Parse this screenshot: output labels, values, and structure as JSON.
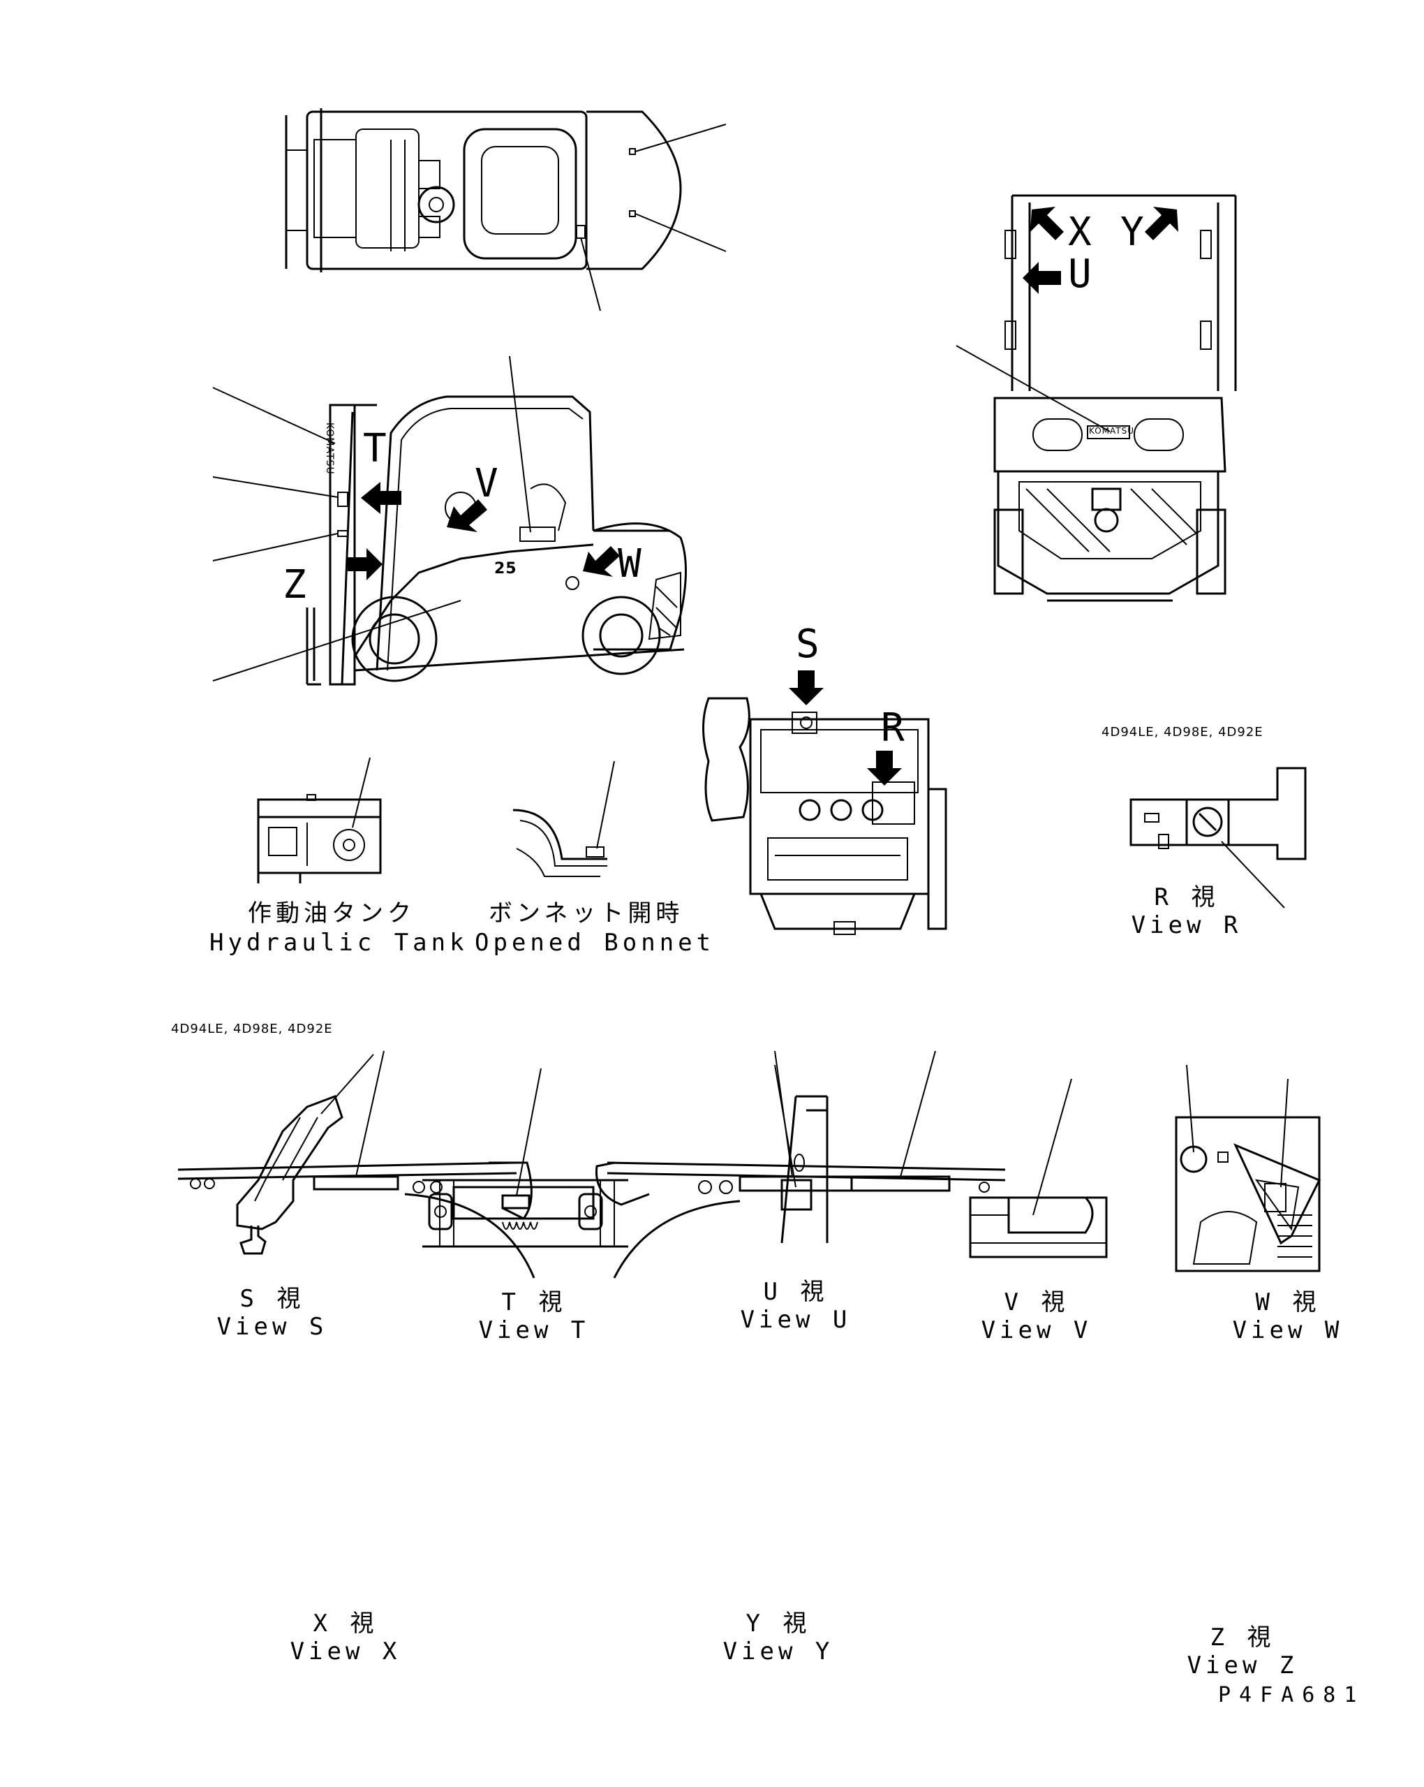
{
  "letters": {
    "x": "X",
    "y": "Y",
    "u": "U",
    "t": "T",
    "v": "V",
    "w": "W",
    "z": "Z",
    "s": "S",
    "r": "R",
    "num25": "25"
  },
  "engine_models": "4D94LE,  4D98E,  4D92E",
  "captions": {
    "hydraulic_tank_jp": "作動油タンク",
    "hydraulic_tank_en": "Hydraulic Tank",
    "opened_bonnet_jp": "ボンネット開時",
    "opened_bonnet_en": "Opened Bonnet",
    "view_r_jp": "R 視",
    "view_r_en": "View R",
    "view_s_jp": "S 視",
    "view_s_en": "View S",
    "view_t_jp": "T 視",
    "view_t_en": "View T",
    "view_u_jp": "U 視",
    "view_u_en": "View U",
    "view_v_jp": "V 視",
    "view_v_en": "View V",
    "view_w_jp": "W 視",
    "view_w_en": "View W",
    "view_x_jp": "X 視",
    "view_x_en": "View X",
    "view_y_jp": "Y 視",
    "view_y_en": "View Y",
    "view_z_jp": "Z 視",
    "view_z_en": "View Z"
  },
  "brand_mark": "KOMATSU",
  "drawing_number": "P4FA681"
}
